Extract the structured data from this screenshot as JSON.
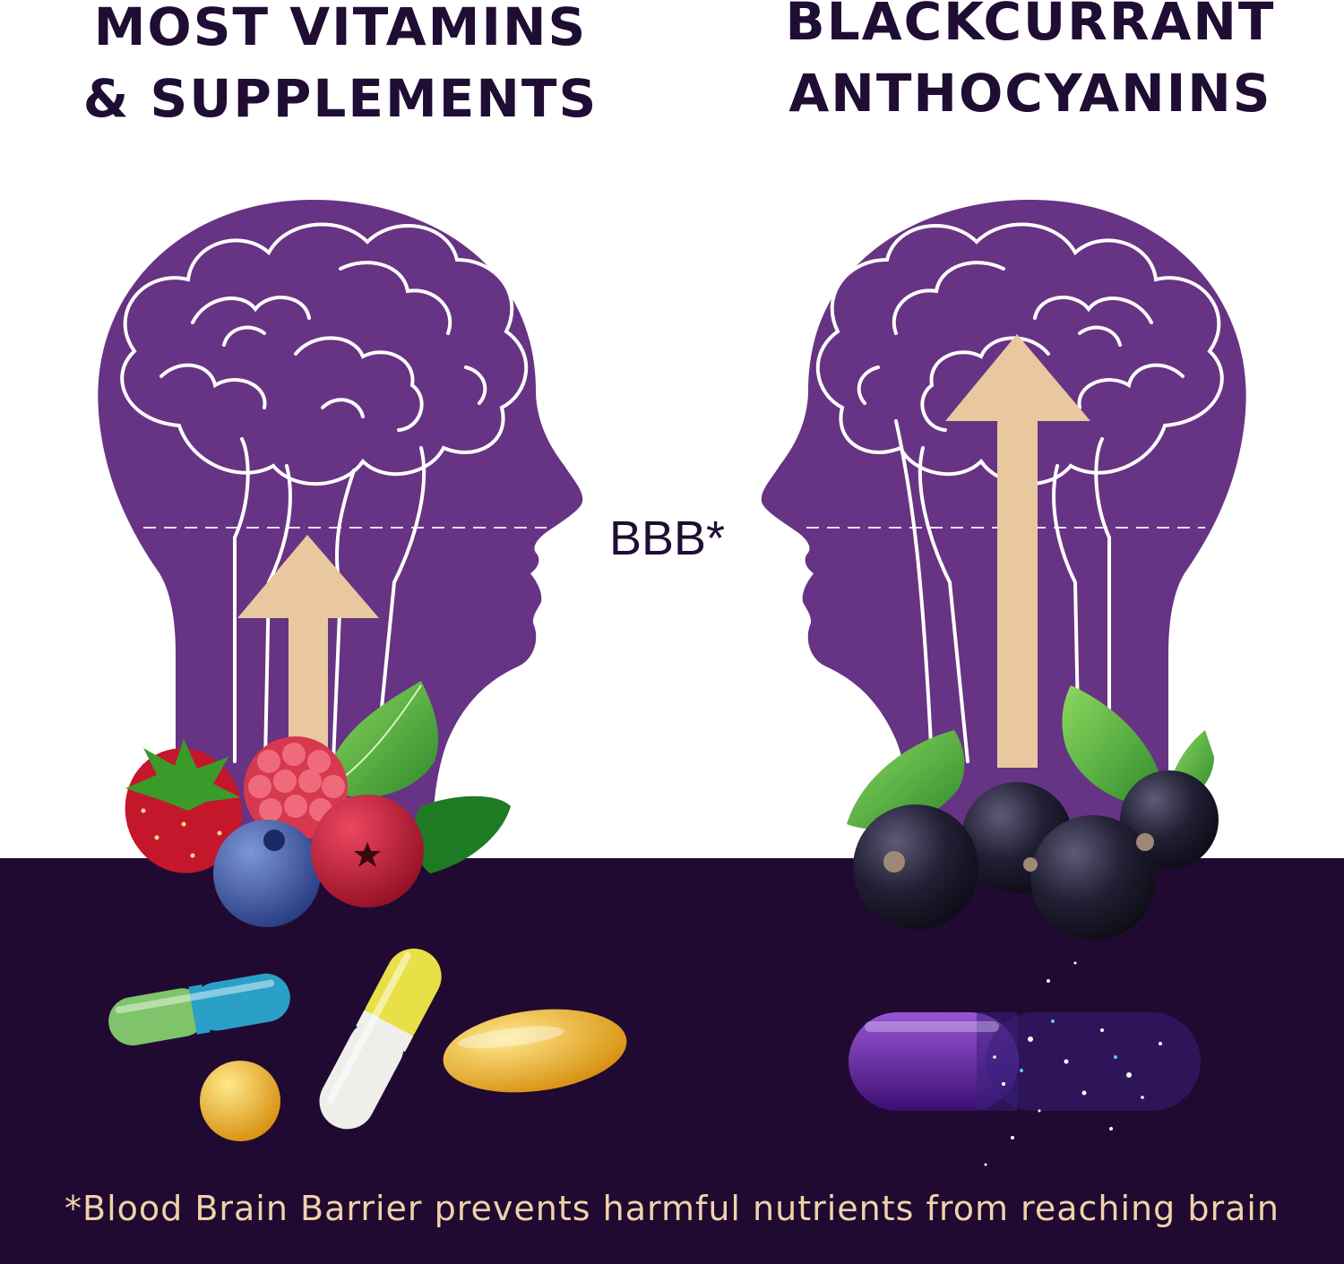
{
  "left_title": {
    "line1": "MOST VITAMINS",
    "line2": "& SUPPLEMENTS"
  },
  "right_title": {
    "line1": "BLACKCURRANT",
    "line2": "ANTHOCYANINS"
  },
  "barrier_label": "BBB*",
  "footnote": "*Blood Brain Barrier prevents harmful nutrients from reaching brain",
  "colors": {
    "head": "#673384",
    "text": "#1f0d33",
    "band": "#200a32",
    "arrow": "#e9c8a0",
    "footnote": "#f0d2a8"
  },
  "left_passage": {
    "label": "Most vitamins & supplements",
    "crosses_barrier": false
  },
  "right_passage": {
    "label": "Blackcurrant anthocyanins",
    "crosses_barrier": true
  }
}
